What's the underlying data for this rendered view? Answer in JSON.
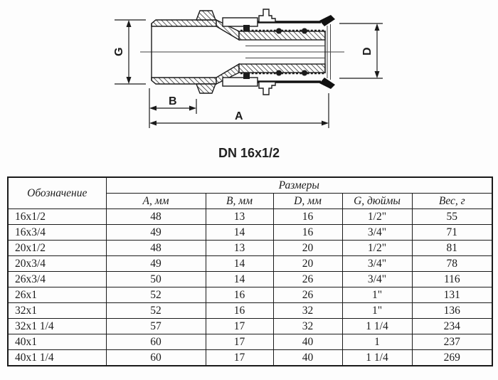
{
  "diagram": {
    "caption": "DN 16x1/2",
    "dim_labels": {
      "g": "G",
      "b": "B",
      "a": "A",
      "d": "D"
    }
  },
  "table": {
    "designation_header": "Обозначение",
    "sizes_header": "Размеры",
    "columns": [
      "A, мм",
      "B, мм",
      "D, мм",
      "G, дюймы",
      "Вес, г"
    ],
    "rows": [
      {
        "name": "16x1/2",
        "a": "48",
        "b": "13",
        "d": "16",
        "g": "1/2\"",
        "w": "55"
      },
      {
        "name": "16x3/4",
        "a": "49",
        "b": "14",
        "d": "16",
        "g": "3/4\"",
        "w": "71"
      },
      {
        "name": "20x1/2",
        "a": "48",
        "b": "13",
        "d": "20",
        "g": "1/2\"",
        "w": "81"
      },
      {
        "name": "20x3/4",
        "a": "49",
        "b": "14",
        "d": "20",
        "g": "3/4\"",
        "w": "78"
      },
      {
        "name": "26x3/4",
        "a": "50",
        "b": "14",
        "d": "26",
        "g": "3/4\"",
        "w": "116"
      },
      {
        "name": "26x1",
        "a": "52",
        "b": "16",
        "d": "26",
        "g": "1\"",
        "w": "131"
      },
      {
        "name": "32x1",
        "a": "52",
        "b": "16",
        "d": "32",
        "g": "1\"",
        "w": "136"
      },
      {
        "name": "32x1 1/4",
        "a": "57",
        "b": "17",
        "d": "32",
        "g": "1 1/4",
        "w": "234"
      },
      {
        "name": "40x1",
        "a": "60",
        "b": "17",
        "d": "40",
        "g": "1",
        "w": "237"
      },
      {
        "name": "40x1 1/4",
        "a": "60",
        "b": "17",
        "d": "40",
        "g": "1 1/4",
        "w": "269"
      }
    ]
  }
}
